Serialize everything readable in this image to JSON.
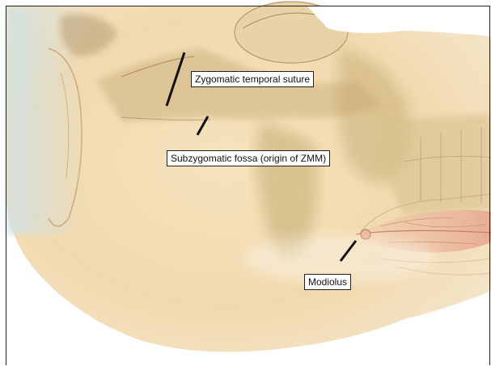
{
  "labels": {
    "zygomatic_temporal_suture": "Zygomatic temporal suture",
    "subzygomatic_fossa": "Subzygomatic fossa (origin of ZMM)",
    "modiolus": "Modiolus"
  },
  "colors": {
    "skin_base": "#f3dfb8",
    "shadow": "#c9b27a",
    "lip": "#e9b59a",
    "sinew": "#c08a5e",
    "pointer": "#111111",
    "label_bg": "#ffffff",
    "label_border": "#222222"
  }
}
